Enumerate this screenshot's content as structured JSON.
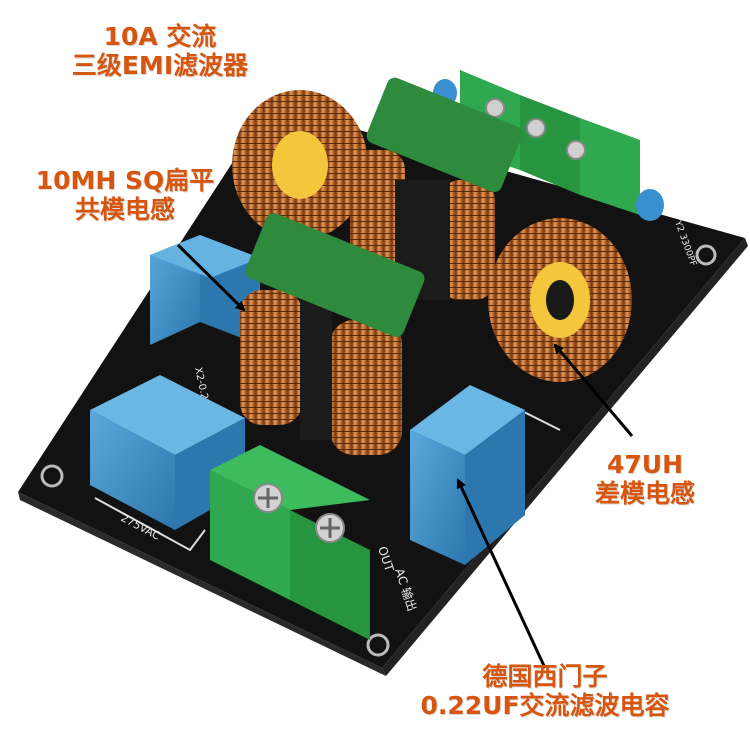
{
  "colors": {
    "label_text": "#d6560f",
    "pcb": "#151515",
    "terminal_green": "#2fa84f",
    "capacitor_blue": "#3d8fc9",
    "copper": "#b86a2a",
    "toroid_core": "#f3c63b",
    "arrow": "#000000"
  },
  "labels": {
    "title": {
      "line1": "10A 交流",
      "line2": "三级EMI滤波器"
    },
    "common_mode_choke": {
      "line1": "10MH SQ扁平",
      "line2": "共模电感"
    },
    "differential_mode_choke": {
      "line1": "47UH",
      "line2": "差模电感"
    },
    "x_capacitor": {
      "line1": "德国西门子",
      "line2": "0.22UF交流滤波电容"
    }
  },
  "silkscreen": {
    "voltage": "275VAC",
    "output": "AC 输出",
    "out": "OUT",
    "cap_x2": "X2-0.22U",
    "cap_y2": "Y2 3300PF"
  }
}
